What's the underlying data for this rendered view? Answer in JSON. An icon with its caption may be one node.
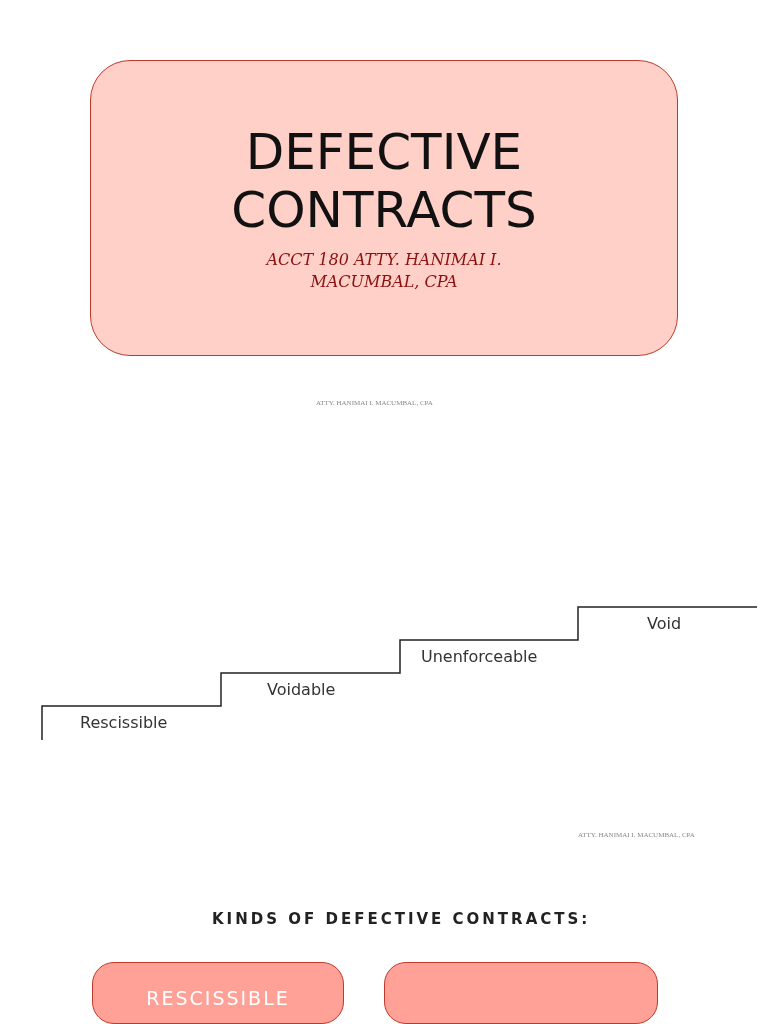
{
  "diagram": {
    "nodes": [
      {
        "text": [
          "DEFECTIVE CONTRACTS",
          "ACCT 180 ATTY. HANIMAI I. MACUMBAL, CPA"
        ]
      },
      {
        "text": [
          "RESCISSIBLE"
        ]
      },
      {
        "text": [],
        "shape": "box"
      }
    ],
    "edges": [],
    "labels": [
      "ATTY. HANIMAI I. MACUMBAL, CPA",
      "Void",
      "Unenforceable",
      "Voidable",
      "Rescissible",
      "ATTY. HANIMAI I. MACUMBAL, CPA",
      "KINDS OF DEFECTIVE CONTRACTS:"
    ]
  }
}
